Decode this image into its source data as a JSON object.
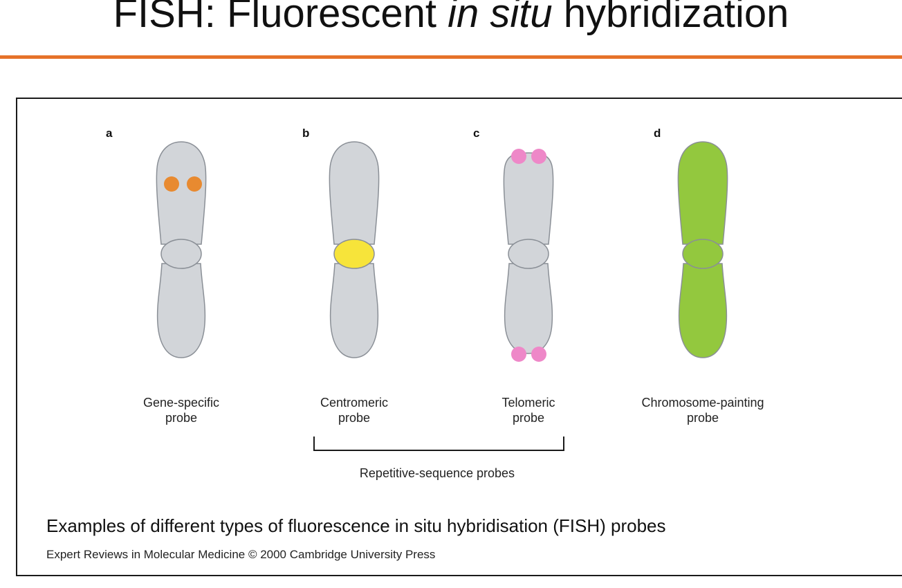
{
  "slide": {
    "title_part1": "FISH: Fluorescent ",
    "title_italic": "in situ",
    "title_part2": " hybridization",
    "accent_color": "#e6722a"
  },
  "figure": {
    "panels": [
      {
        "letter": "a",
        "label_line1": "Gene-specific",
        "label_line2": "probe",
        "probe_color": "#e88a30",
        "probe_location": "upper arm band"
      },
      {
        "letter": "b",
        "label_line1": "Centromeric",
        "label_line2": "probe",
        "probe_color": "#f7e43a",
        "probe_location": "centromere"
      },
      {
        "letter": "c",
        "label_line1": "Telomeric",
        "label_line2": "probe",
        "probe_color": "#ee88c8",
        "probe_location": "telomeres"
      },
      {
        "letter": "d",
        "label_line1": "Chromosome-painting",
        "label_line2": "probe",
        "probe_color": "#93c83e",
        "probe_location": "whole chromosome"
      }
    ],
    "chromosome_color": "#d2d5d9",
    "group_label": "Repetitive-sequence probes",
    "caption": "Examples of different types of fluorescence in situ hybridisation (FISH) probes",
    "credit": "Expert Reviews in Molecular Medicine © 2000 Cambridge University Press"
  }
}
